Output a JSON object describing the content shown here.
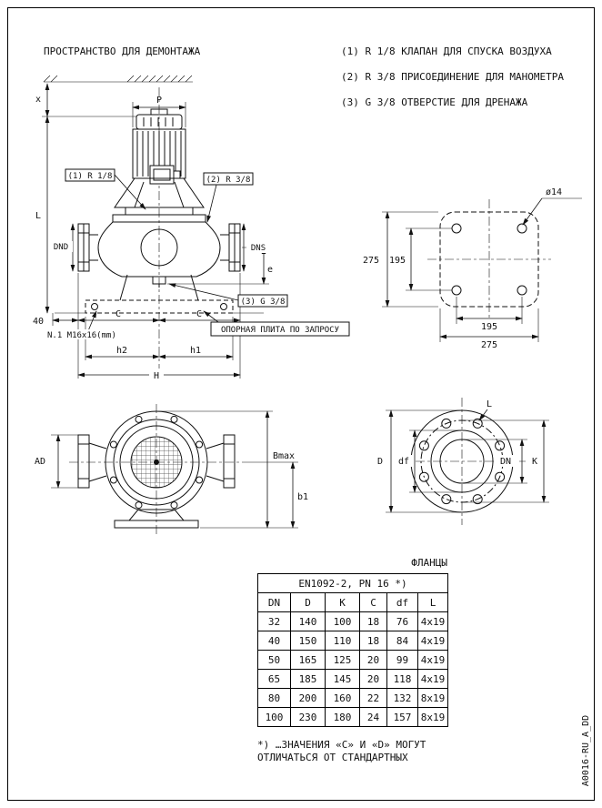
{
  "page": {
    "doc_code": "A0016-RU_A_DD"
  },
  "header": {
    "dismantle_note": "ПРОСТРАНСТВО ДЛЯ ДЕМОНТАЖА",
    "notes": [
      "(1) R 1/8 КЛАПАН ДЛЯ СПУСКА ВОЗДУХА",
      "(2) R 3/8 ПРИСОЕДИНЕНИЕ ДЛЯ МАНОМЕТРА",
      "(3) G 3/8 ОТВЕРСТИЕ ДЛЯ ДРЕНАЖА"
    ]
  },
  "main_view": {
    "dim_x": "x",
    "dim_p": "P",
    "dim_l": "L",
    "dim_dnd": "DND",
    "dim_dns": "DNS",
    "dim_e": "e",
    "dim_40": "40",
    "dim_c": "C",
    "dim_h2": "h2",
    "dim_h1": "h1",
    "dim_h": "H",
    "callout_1": "(1) R 1/8",
    "callout_2": "(2) R 3/8",
    "callout_3": "(3) G 3/8",
    "anchor_note": "N.1 M16x16(mm)",
    "plate_note": "ОПОРНАЯ ПЛИТА ПО ЗАПРОСУ"
  },
  "plate_view": {
    "hole_dia": "ø14",
    "dim_275": "275",
    "dim_195": "195"
  },
  "front_view": {
    "dim_ad": "AD",
    "dim_bmax": "Bmax",
    "dim_b1": "b1"
  },
  "flange_view": {
    "dim_l": "L",
    "dim_d": "D",
    "dim_df": "df",
    "dim_dn": "DN",
    "dim_k": "K"
  },
  "flange_table": {
    "title": "ФЛАНЦЫ",
    "standard": "EN1092-2, PN 16 *)",
    "columns": [
      "DN",
      "D",
      "K",
      "C",
      "df",
      "L"
    ],
    "rows": [
      [
        "32",
        "140",
        "100",
        "18",
        "76",
        "4x19"
      ],
      [
        "40",
        "150",
        "110",
        "18",
        "84",
        "4x19"
      ],
      [
        "50",
        "165",
        "125",
        "20",
        "99",
        "4x19"
      ],
      [
        "65",
        "185",
        "145",
        "20",
        "118",
        "4x19"
      ],
      [
        "80",
        "200",
        "160",
        "22",
        "132",
        "8x19"
      ],
      [
        "100",
        "230",
        "180",
        "24",
        "157",
        "8x19"
      ]
    ],
    "footnote1": "*) …ЗНАЧЕНИЯ «С» И «D» МОГУТ",
    "footnote2": "ОТЛИЧАТЬСЯ ОТ СТАНДАРТНЫХ"
  }
}
